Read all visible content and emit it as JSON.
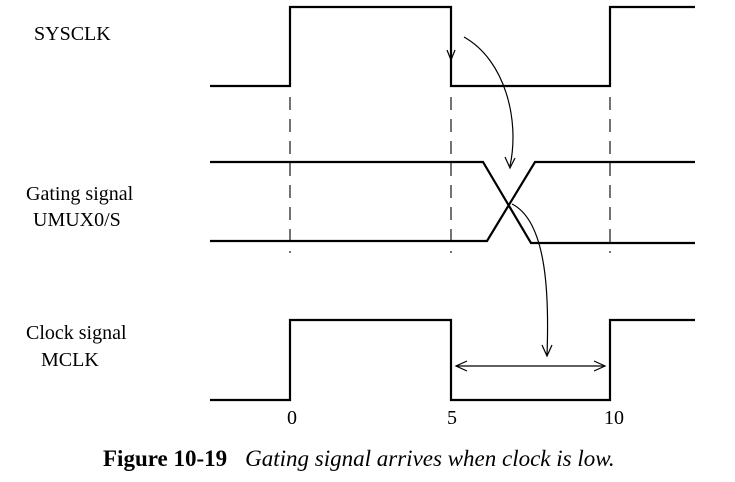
{
  "signals": [
    {
      "label": "SYSCLK"
    },
    {
      "label_line1": "Gating signal",
      "label_line2": "UMUX0/S"
    },
    {
      "label_line1": "Clock signal",
      "label_line2": "MCLK"
    }
  ],
  "time_ticks": [
    "0",
    "5",
    "10"
  ],
  "caption": {
    "number": "Figure 10-19",
    "text": "Gating signal arrives when clock is low."
  },
  "colors": {
    "line": "#000000",
    "background": "#ffffff"
  }
}
